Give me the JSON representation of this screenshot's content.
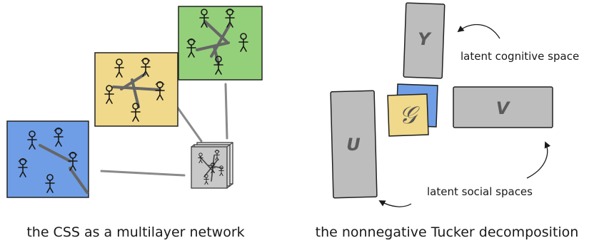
{
  "left_panel": {
    "caption": "the CSS as a multilayer network"
  },
  "right_panel": {
    "caption": "the nonnegative Tucker decomposition",
    "matrices": {
      "y_label": "Y",
      "v_label": "V",
      "u_label": "U",
      "core_label": "𝒢"
    },
    "annotations": {
      "cognitive": "latent cognitive space",
      "social": "latent social spaces"
    }
  },
  "colors": {
    "blue_layer": "#6f9ee6",
    "yellow_layer": "#f0d98a",
    "green_layer": "#94d07a",
    "gray_matrix": "#bdbdbd",
    "core_front": "#f0d98a",
    "core_back": "#6f9ee6"
  }
}
